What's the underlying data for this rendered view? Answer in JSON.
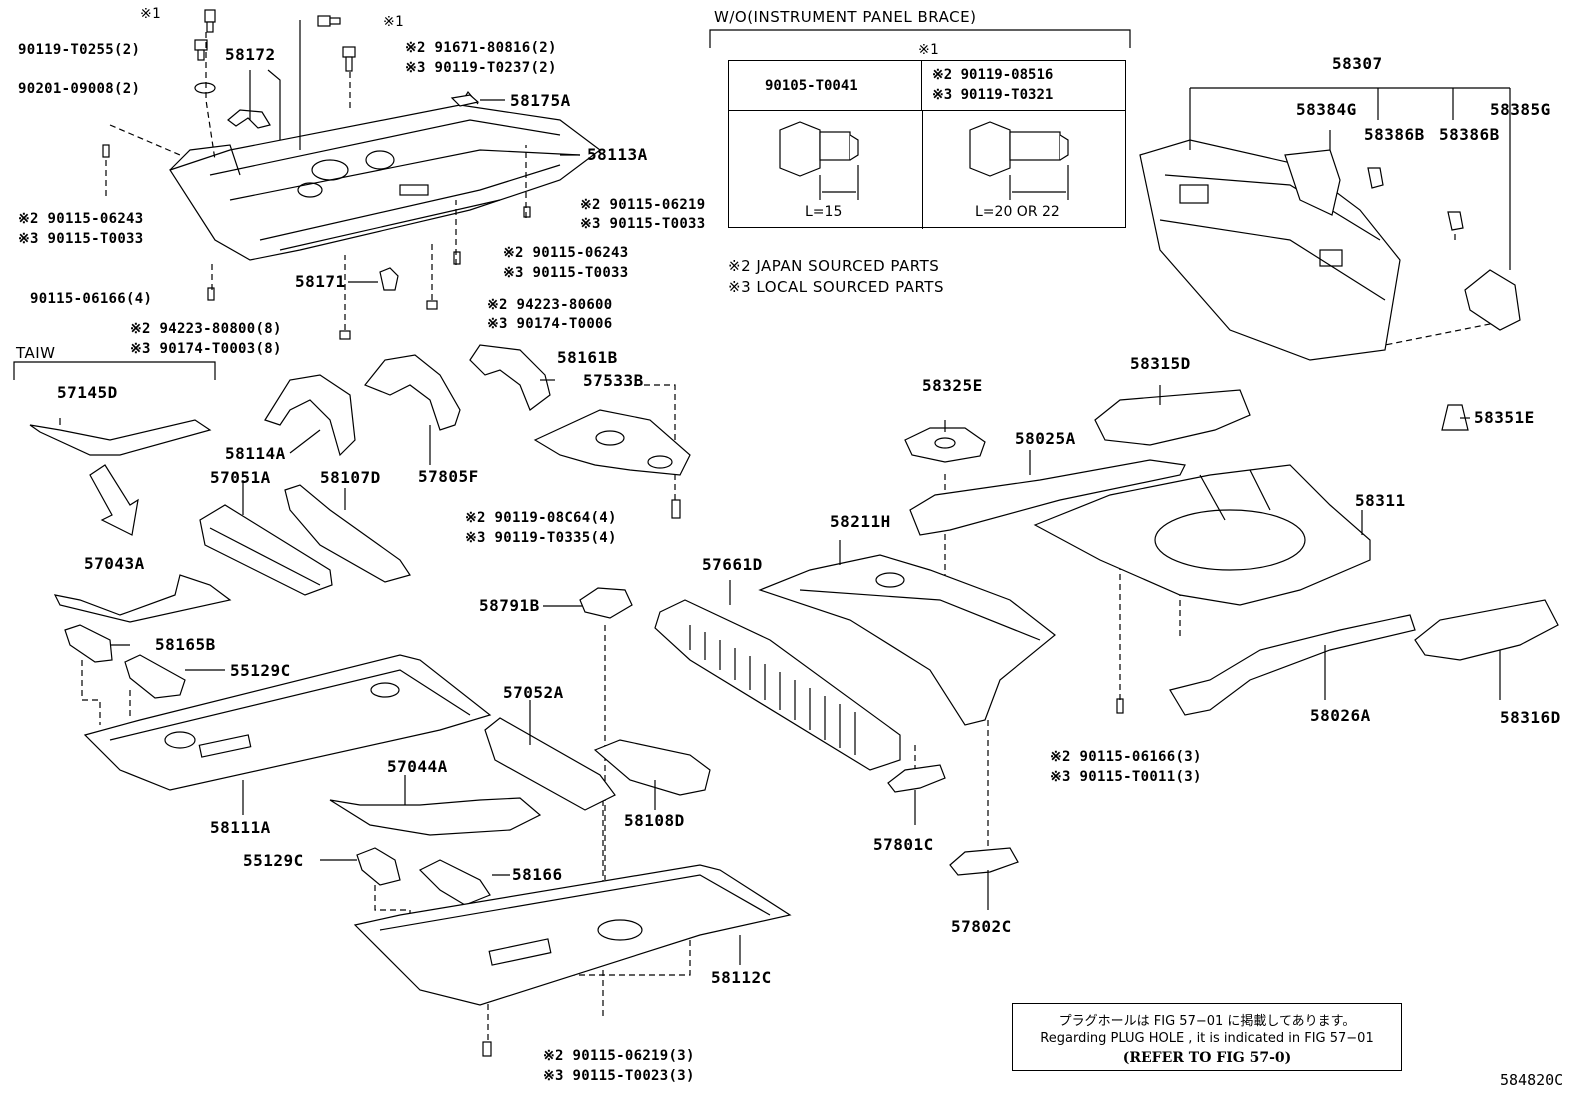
{
  "diagram_code": "584820C",
  "brace_note": {
    "title": "W/O(INSTRUMENT PANEL BRACE)",
    "marker": "※1",
    "col1_part": "90105-T0041",
    "col2_line1": "※2 90119-08516",
    "col2_line2": "※3 90119-T0321",
    "col1_length": "L=15",
    "col2_length": "L=20 OR 22"
  },
  "sourcing_notes": [
    "※2 JAPAN SOURCED PARTS",
    "※3 LOCAL SOURCED PARTS"
  ],
  "section_label": "TAIW",
  "refer_box": {
    "line1": "プラグホールは FIG 57−01 に掲載してあります。",
    "line2": "Regarding PLUG HOLE , it is indicated in FIG 57−01",
    "line3": "(REFER TO FIG 57-0)"
  },
  "fastener_labels": [
    {
      "id": "f1",
      "text": "※1"
    },
    {
      "id": "f2",
      "text": "90119-T0255(2)"
    },
    {
      "id": "f3",
      "text": "90201-09008(2)"
    },
    {
      "id": "f4",
      "text": "※1"
    },
    {
      "id": "f5",
      "text": "※2 91671-80816(2)"
    },
    {
      "id": "f6",
      "text": "※3 90119-T0237(2)"
    },
    {
      "id": "f7",
      "text": "※2 90115-06243"
    },
    {
      "id": "f8",
      "text": "※3 90115-T0033"
    },
    {
      "id": "f9",
      "text": "90115-06166(4)"
    },
    {
      "id": "f10",
      "text": "※2 90115-06219"
    },
    {
      "id": "f11",
      "text": "※3 90115-T0033"
    },
    {
      "id": "f12",
      "text": "※2 90115-06243"
    },
    {
      "id": "f13",
      "text": "※3 90115-T0033"
    },
    {
      "id": "f14",
      "text": "※2 94223-80600"
    },
    {
      "id": "f15",
      "text": "※3 90174-T0006"
    },
    {
      "id": "f16",
      "text": "※2 94223-80800(8)"
    },
    {
      "id": "f17",
      "text": "※3 90174-T0003(8)"
    },
    {
      "id": "f18",
      "text": "※2 90119-08C64(4)"
    },
    {
      "id": "f19",
      "text": "※3 90119-T0335(4)"
    },
    {
      "id": "f20",
      "text": "※2 90115-06166(3)"
    },
    {
      "id": "f21",
      "text": "※3 90115-T0011(3)"
    },
    {
      "id": "f22",
      "text": "※2 90115-06219(3)"
    },
    {
      "id": "f23",
      "text": "※3 90115-T0023(3)"
    }
  ],
  "part_labels": [
    {
      "id": "p1",
      "text": "58172"
    },
    {
      "id": "p2",
      "text": "58175A"
    },
    {
      "id": "p3",
      "text": "58113A"
    },
    {
      "id": "p4",
      "text": "58171"
    },
    {
      "id": "p5",
      "text": "58161B"
    },
    {
      "id": "p6",
      "text": "57533B"
    },
    {
      "id": "p7",
      "text": "57145D"
    },
    {
      "id": "p8",
      "text": "58114A"
    },
    {
      "id": "p9",
      "text": "57051A"
    },
    {
      "id": "p10",
      "text": "58107D"
    },
    {
      "id": "p11",
      "text": "57805F"
    },
    {
      "id": "p12",
      "text": "57043A"
    },
    {
      "id": "p13",
      "text": "58165B"
    },
    {
      "id": "p14",
      "text": "55129C"
    },
    {
      "id": "p15",
      "text": "58111A"
    },
    {
      "id": "p16",
      "text": "57052A"
    },
    {
      "id": "p17",
      "text": "57044A"
    },
    {
      "id": "p18",
      "text": "58108D"
    },
    {
      "id": "p19",
      "text": "58791B"
    },
    {
      "id": "p20",
      "text": "55129C"
    },
    {
      "id": "p21",
      "text": "58166"
    },
    {
      "id": "p22",
      "text": "58112C"
    },
    {
      "id": "p23",
      "text": "58307"
    },
    {
      "id": "p24",
      "text": "58384G"
    },
    {
      "id": "p25",
      "text": "58385G"
    },
    {
      "id": "p26",
      "text": "58386B"
    },
    {
      "id": "p27",
      "text": "58386B"
    },
    {
      "id": "p28",
      "text": "58325E"
    },
    {
      "id": "p29",
      "text": "58315D"
    },
    {
      "id": "p30",
      "text": "58351E"
    },
    {
      "id": "p31",
      "text": "58025A"
    },
    {
      "id": "p32",
      "text": "58311"
    },
    {
      "id": "p33",
      "text": "58211H"
    },
    {
      "id": "p34",
      "text": "57661D"
    },
    {
      "id": "p35",
      "text": "58026A"
    },
    {
      "id": "p36",
      "text": "58316D"
    },
    {
      "id": "p37",
      "text": "57801C"
    },
    {
      "id": "p38",
      "text": "57802C"
    }
  ]
}
